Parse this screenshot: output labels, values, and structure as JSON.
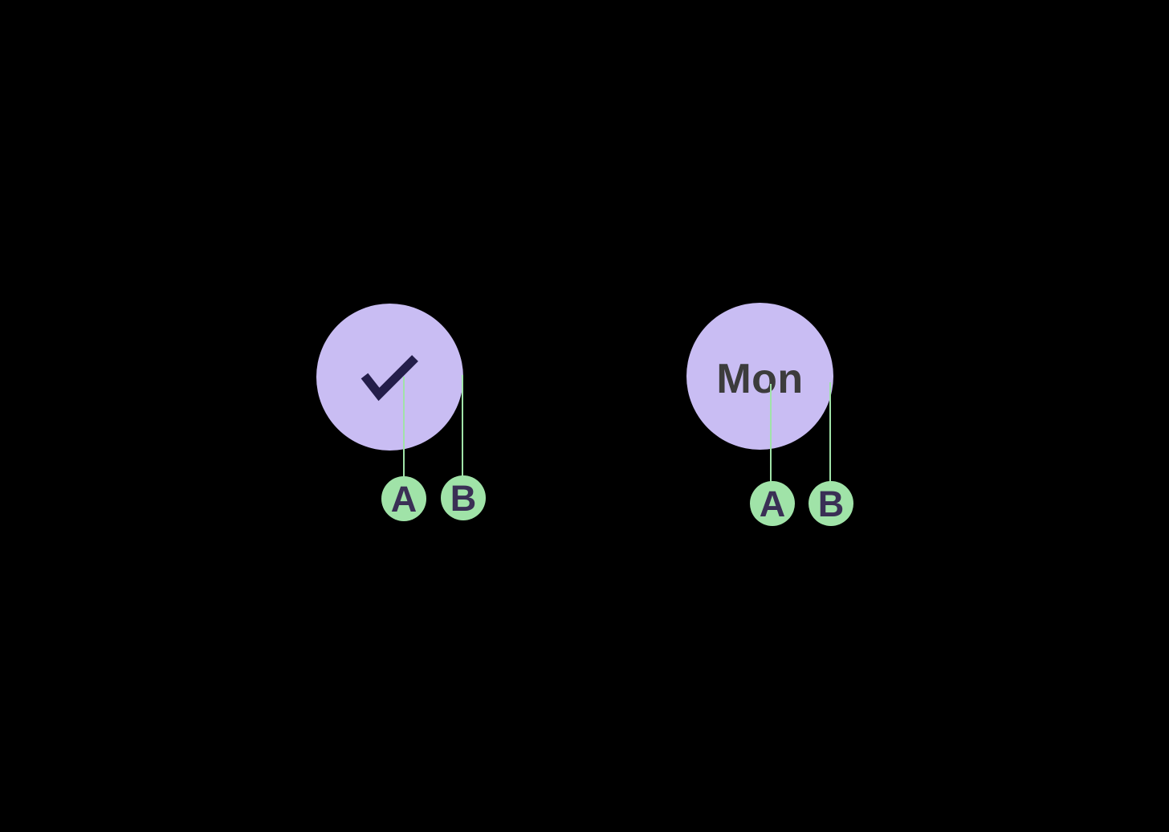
{
  "canvas": {
    "background": "#000000"
  },
  "colors": {
    "canvas_bg": "#000000",
    "node_fill": "#c9bdf3",
    "node_label": "#3c3c3c",
    "check_icon": "#241e4a",
    "connector": "#a0e3a8",
    "port_fill": "#a0e3a8",
    "port_label": "#3a2f55"
  },
  "nodes": [
    {
      "id": "left",
      "content_type": "icon",
      "icon": "checkmark",
      "ports": [
        {
          "label": "A"
        },
        {
          "label": "B"
        }
      ]
    },
    {
      "id": "right",
      "content_type": "text",
      "label": "Mon",
      "ports": [
        {
          "label": "A"
        },
        {
          "label": "B"
        }
      ]
    }
  ]
}
